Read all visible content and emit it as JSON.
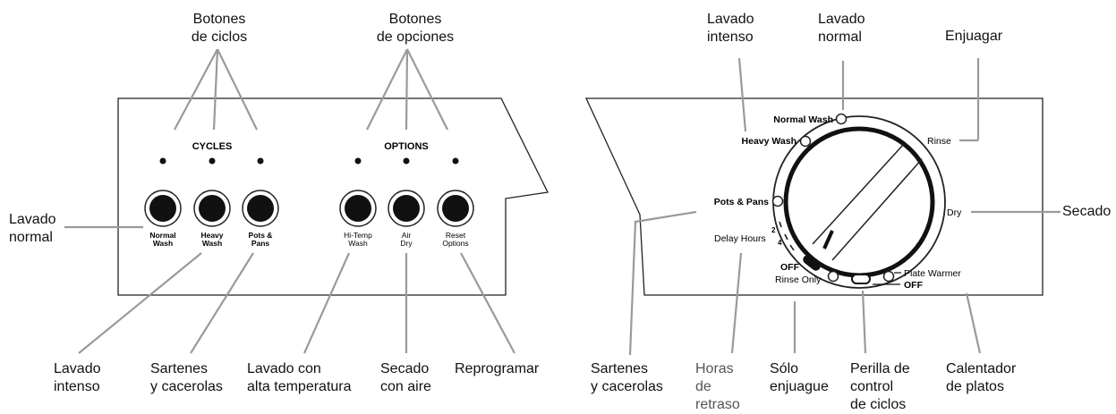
{
  "left_panel": {
    "cycles_header": "CYCLES",
    "options_header": "OPTIONS",
    "buttons": [
      {
        "line1": "Normal",
        "line2": "Wash"
      },
      {
        "line1": "Heavy",
        "line2": "Wash"
      },
      {
        "line1": "Pots &",
        "line2": "Pans"
      },
      {
        "line1": "Hi-Temp",
        "line2": "Wash"
      },
      {
        "line1": "Air",
        "line2": "Dry"
      },
      {
        "line1": "Reset",
        "line2": "Options"
      }
    ]
  },
  "dial_panel": {
    "normal_wash": "Normal Wash",
    "heavy_wash": "Heavy Wash",
    "pots_pans": "Pots & Pans",
    "rinse": "Rinse",
    "dry": "Dry",
    "delay_hours": "Delay Hours",
    "delay_2": "2",
    "delay_4": "4",
    "off_left": "OFF",
    "rinse_only": "Rinse Only",
    "off_right": "OFF",
    "plate_warmer": "Plate Warmer"
  },
  "callouts": {
    "botones_ciclos": "Botones\nde ciclos",
    "botones_opciones": "Botones\nde opciones",
    "lavado_normal_left": "Lavado\nnormal",
    "lavado_intenso_bottom": "Lavado\nintenso",
    "sartenes_left": "Sartenes\ny cacerolas",
    "lavado_alta_temp": "Lavado con\nalta temperatura",
    "secado_aire": "Secado\ncon aire",
    "reprogramar": "Reprogramar",
    "lavado_intenso_top": "Lavado\nintenso",
    "lavado_normal_top": "Lavado\nnormal",
    "enjuagar": "Enjuagar",
    "secado": "Secado",
    "sartenes_right": "Sartenes\ny cacerolas",
    "horas_retraso": "Horas\nde\nretraso",
    "solo_enjuague": "Sólo\nenjuague",
    "perilla": "Perilla de\ncontrol\nde ciclos",
    "calentador": "Calentador\nde platos"
  }
}
